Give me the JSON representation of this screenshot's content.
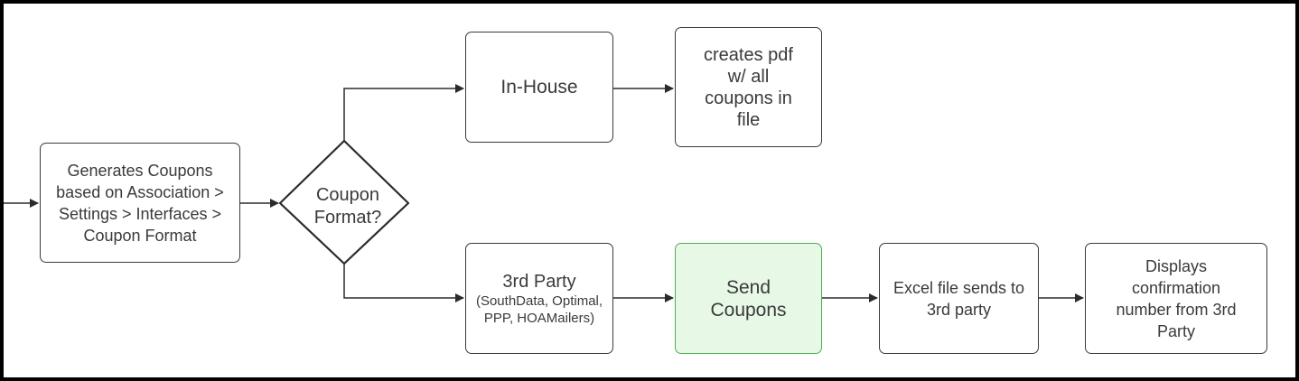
{
  "colors": {
    "frame": "#000000",
    "stroke": "#3a3a3a",
    "text": "#3a3a3a",
    "accent_fill": "#e8f8e6",
    "accent_stroke": "#4caf50"
  },
  "nodes": {
    "generate": "Generates Coupons based on Association > Settings > Interfaces > Coupon Format",
    "decision": "Coupon Format?",
    "in_house": "In-House",
    "creates_pdf": "creates pdf w/ all coupons in file",
    "third_party": {
      "title": "3rd Party",
      "sub": "(SouthData, Optimal, PPP, HOAMailers)"
    },
    "send_coupons": "Send Coupons",
    "excel_file": "Excel file sends to 3rd party",
    "displays": "Displays confirmation number from 3rd Party"
  }
}
